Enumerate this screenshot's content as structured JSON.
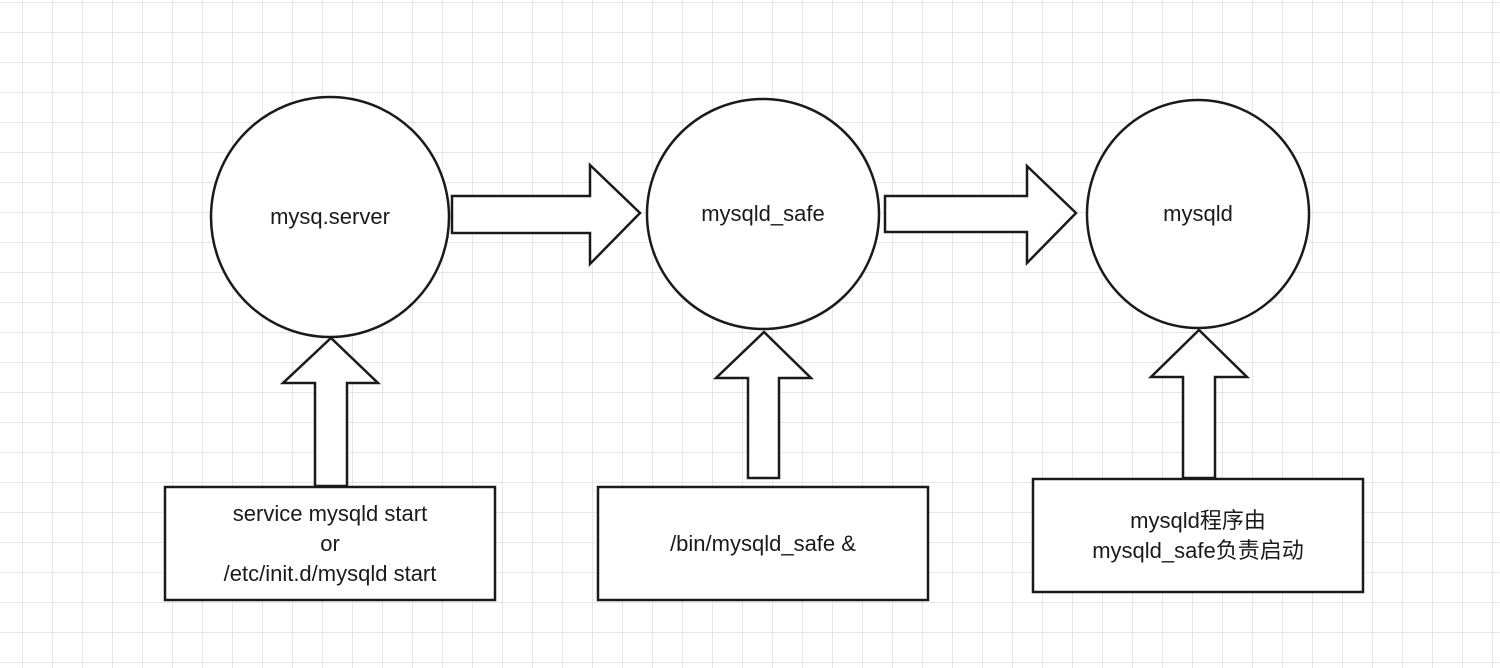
{
  "nodes": {
    "server": "mysq.server",
    "safe": "mysqld_safe",
    "mysqld": "mysqld"
  },
  "boxes": {
    "server": [
      "service mysqld start",
      "or",
      "/etc/init.d/mysqld start"
    ],
    "safe": [
      "/bin/mysqld_safe &"
    ],
    "mysqld": [
      "mysqld程序由",
      "mysqld_safe负责启动"
    ]
  }
}
